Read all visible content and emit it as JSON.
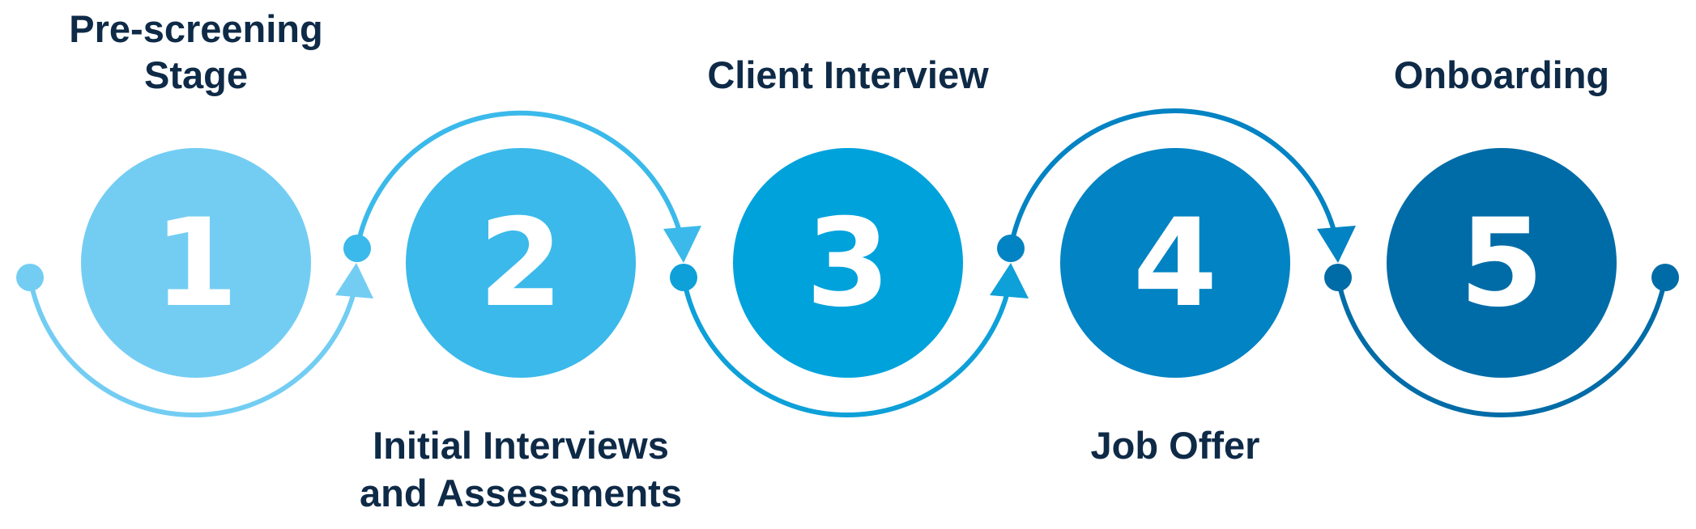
{
  "steps": [
    {
      "number": "1",
      "label_lines": [
        "Pre-screening",
        "Stage"
      ],
      "color": "#73cdf3"
    },
    {
      "number": "2",
      "label_lines": [
        "Initial Interviews",
        "and Assessments"
      ],
      "color": "#3bb9ea"
    },
    {
      "number": "3",
      "label_lines": [
        "Client Interview"
      ],
      "color": "#00a2dc"
    },
    {
      "number": "4",
      "label_lines": [
        "Job Offer"
      ],
      "color": "#0283c3"
    },
    {
      "number": "5",
      "label_lines": [
        "Onboarding"
      ],
      "color": "#006ca7"
    }
  ],
  "text_color": "#0e2a47"
}
